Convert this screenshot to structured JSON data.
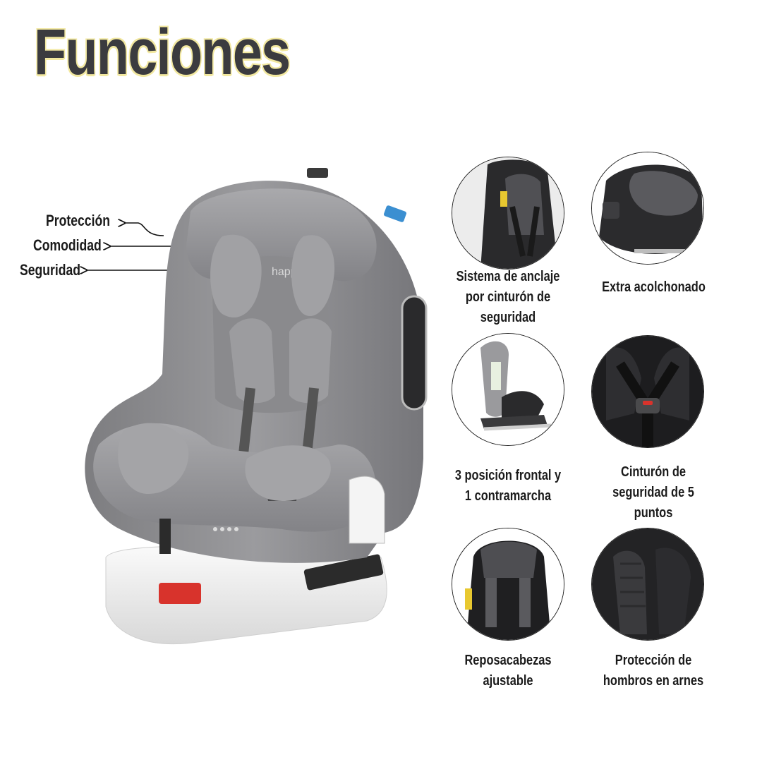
{
  "title": "Funciones",
  "callouts": {
    "proteccion": "Protección",
    "comodidad": "Comodidad",
    "seguridad": "Seguridad"
  },
  "seat_brand_text": "happ",
  "features": [
    {
      "icon": "seat-top-view-icon",
      "caption": "Sistema de anclaje por cinturón de seguridad"
    },
    {
      "icon": "padding-closeup-icon",
      "caption": "Extra acolchonado"
    },
    {
      "icon": "seat-side-view-icon",
      "caption": "3 posición frontal y 1 contramarcha"
    },
    {
      "icon": "harness-buckle-icon",
      "caption": "Cinturón de seguridad de 5 puntos"
    },
    {
      "icon": "headrest-icon",
      "caption": "Reposacabezas ajustable"
    },
    {
      "icon": "shoulder-pad-icon",
      "caption": "Protección de hombros en arnes"
    }
  ],
  "colors": {
    "title_text": "#3b3b3f",
    "title_outline": "#f2e8a0",
    "seat_gray": "#8e8e91",
    "base_white": "#f1f1f1",
    "accent_red": "#d8332c",
    "accent_blue": "#3b8fd1"
  }
}
